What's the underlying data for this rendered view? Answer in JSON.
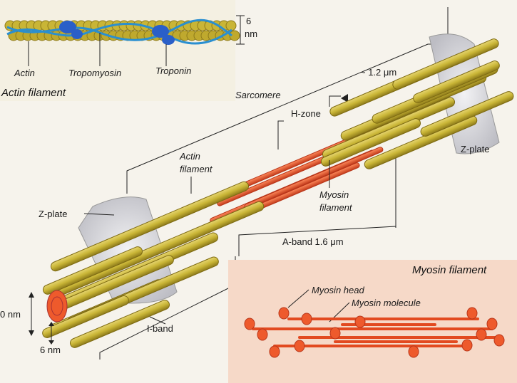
{
  "inset_actin": {
    "title": "Actin filament",
    "labels": {
      "actin": "Actin",
      "tropomyosin": "Tropomyosin",
      "troponin": "Troponin"
    },
    "diameter_value": "6",
    "diameter_unit": "nm"
  },
  "main": {
    "sarcomere": "Sarcomere",
    "length_label": "~ 1.2 μm",
    "h_zone": "H-zone",
    "z_plate_right": "Z-plate",
    "z_plate_left": "Z-plate",
    "actin_filament_1": "Actin",
    "actin_filament_2": "filament",
    "myosin_filament_1": "Myosin",
    "myosin_filament_2": "filament",
    "a_band": "A-band 1.6 μm",
    "i_band": "I-band",
    "dim_10nm": "0 nm",
    "dim_6nm": "6 nm"
  },
  "inset_myosin": {
    "title": "Myosin filament",
    "head": "Myosin head",
    "molecule": "Myosin molecule"
  },
  "colors": {
    "actin_fill": "#c9b536",
    "actin_dark": "#8d7a1a",
    "myosin_fill": "#ee5a2c",
    "myosin_dark": "#b8361a",
    "troponin": "#2a5fc8",
    "tropomyosin": "#2a8fd0",
    "zplate": "#d8d8dc",
    "inset_bg": "#f6d9c8"
  }
}
